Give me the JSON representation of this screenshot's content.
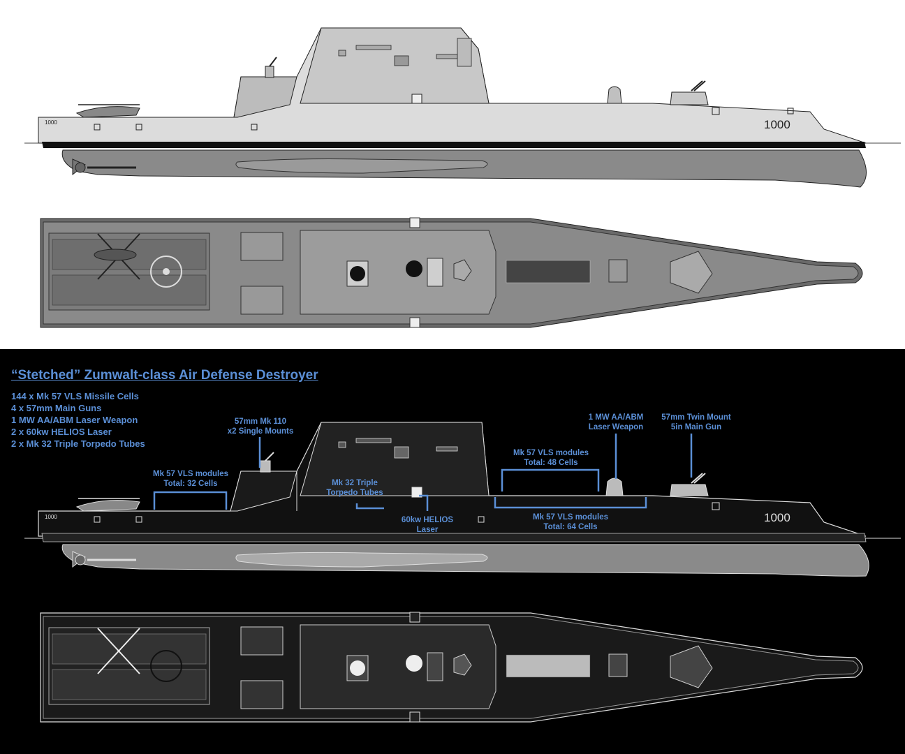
{
  "title": "“Stetched” Zumwalt-class Air Defense Destroyer",
  "specs": [
    "144 x Mk 57 VLS Missile Cells",
    "4 x 57mm Main Guns",
    "1 MW AA/ABM Laser Weapon",
    "2 x 60kw HELIOS Laser",
    "2 x Mk 32 Triple Torpedo Tubes"
  ],
  "hull_number": "1000",
  "callouts": {
    "mk110": [
      "57mm Mk 110",
      "x2 Single Mounts"
    ],
    "vls_aft": [
      "Mk 57 VLS modules",
      "Total: 32 Cells"
    ],
    "torpedo": [
      "Mk 32 Triple",
      "Torpedo Tubes"
    ],
    "helios": [
      "60kw HELIOS",
      "Laser"
    ],
    "vls_48": [
      "Mk 57 VLS modules",
      "Total: 48 Cells"
    ],
    "vls_64": [
      "Mk 57 VLS modules",
      "Total: 64 Cells"
    ],
    "laser": [
      "1 MW AA/ABM",
      "Laser Weapon"
    ],
    "twin_mount": [
      "57mm Twin Mount",
      "5in Main Gun"
    ]
  },
  "colors": {
    "accent": "#5b8fd6",
    "top_background": "#ffffff",
    "bottom_background": "#000000"
  }
}
